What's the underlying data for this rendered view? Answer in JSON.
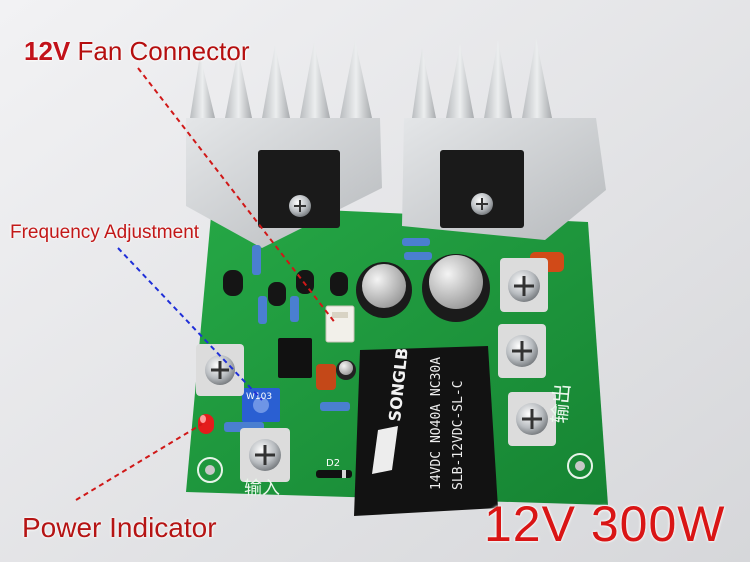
{
  "labels": {
    "fan_voltage": "12V",
    "fan_text": "Fan Connector",
    "frequency": "Frequency Adjustment",
    "power": "Power Indicator",
    "rating": "12V 300W"
  },
  "board_marks": {
    "relay_brand": "SONGLB",
    "relay_line1": "14VDC NO40A NC30A",
    "relay_line2": "SLB-12VDC-SL-C",
    "pot_label": "W103",
    "diode_label": "D2",
    "output_text": "输出",
    "input_text": "输入"
  },
  "colors": {
    "pcb": "#1f9a3a",
    "heatsink": "#d2d4d6",
    "fan_label": "#c2121a",
    "rating_label": "#d91515",
    "freq_leader": "#1f2fd8",
    "red_leader": "#d01818"
  }
}
